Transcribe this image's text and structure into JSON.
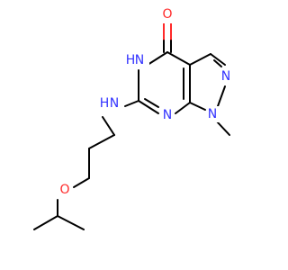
{
  "colors": {
    "background": "#ffffff",
    "bond": "#000000",
    "nitrogen": "#3333ff",
    "oxygen": "#ff2a2a"
  },
  "atoms": {
    "o_carbonyl": "O",
    "h_nh_ring_h": "H",
    "h_nh_ring_n": "N",
    "n_pyrazole_right": "N",
    "n_pyrimidine_bottom": "N",
    "n_methyl": "N",
    "h_amine_h": "H",
    "h_amine_n": "N",
    "o_ether": "O"
  }
}
